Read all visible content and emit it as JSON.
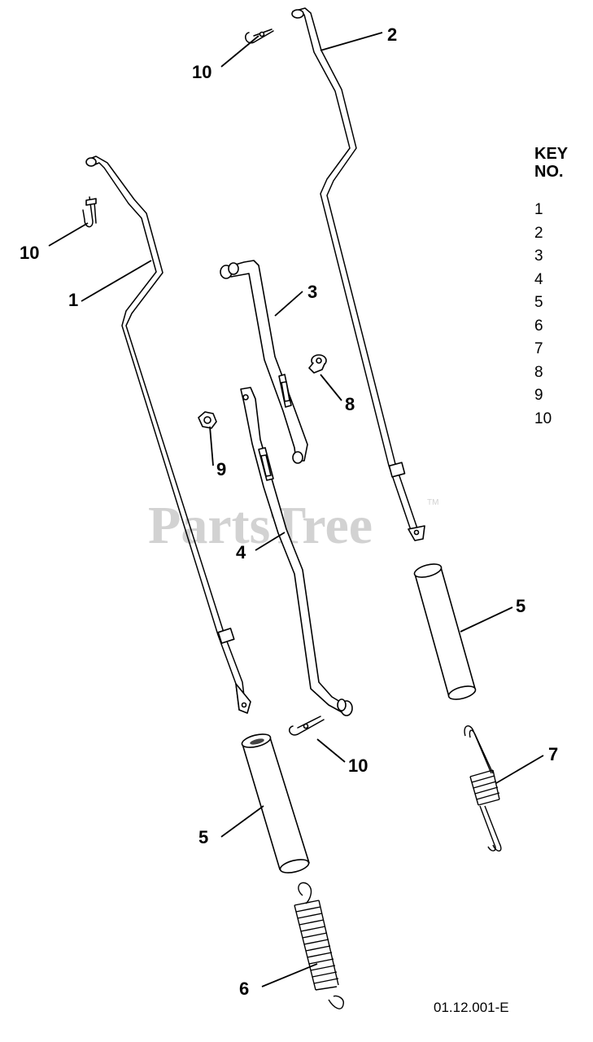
{
  "watermark": "PartsTree",
  "watermark_tm": "TM",
  "key_header": {
    "line1": "KEY",
    "line2": "NO."
  },
  "key_numbers": [
    "1",
    "2",
    "3",
    "4",
    "5",
    "6",
    "7",
    "8",
    "9",
    "10"
  ],
  "callouts": {
    "c1": "1",
    "c2": "2",
    "c3": "3",
    "c4": "4",
    "c5a": "5",
    "c5b": "5",
    "c6": "6",
    "c7": "7",
    "c8": "8",
    "c9": "9",
    "c10a": "10",
    "c10b": "10",
    "c10c": "10"
  },
  "drawing_code": "01.12.001-E"
}
